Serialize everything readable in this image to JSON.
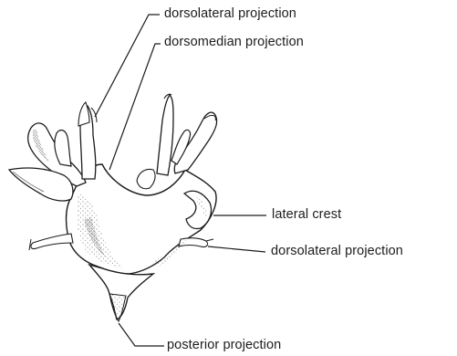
{
  "labels": {
    "dorsolateral_upper": "dorsolateral projection",
    "dorsomedian": "dorsomedian projection",
    "lateral_crest": "lateral crest",
    "dorsolateral_lower": "dorsolateral projection",
    "posterior": "posterior projection"
  },
  "colors": {
    "ink": "#1c1c1c",
    "stipple": "#5a5a5a",
    "paper": "#ffffff"
  }
}
